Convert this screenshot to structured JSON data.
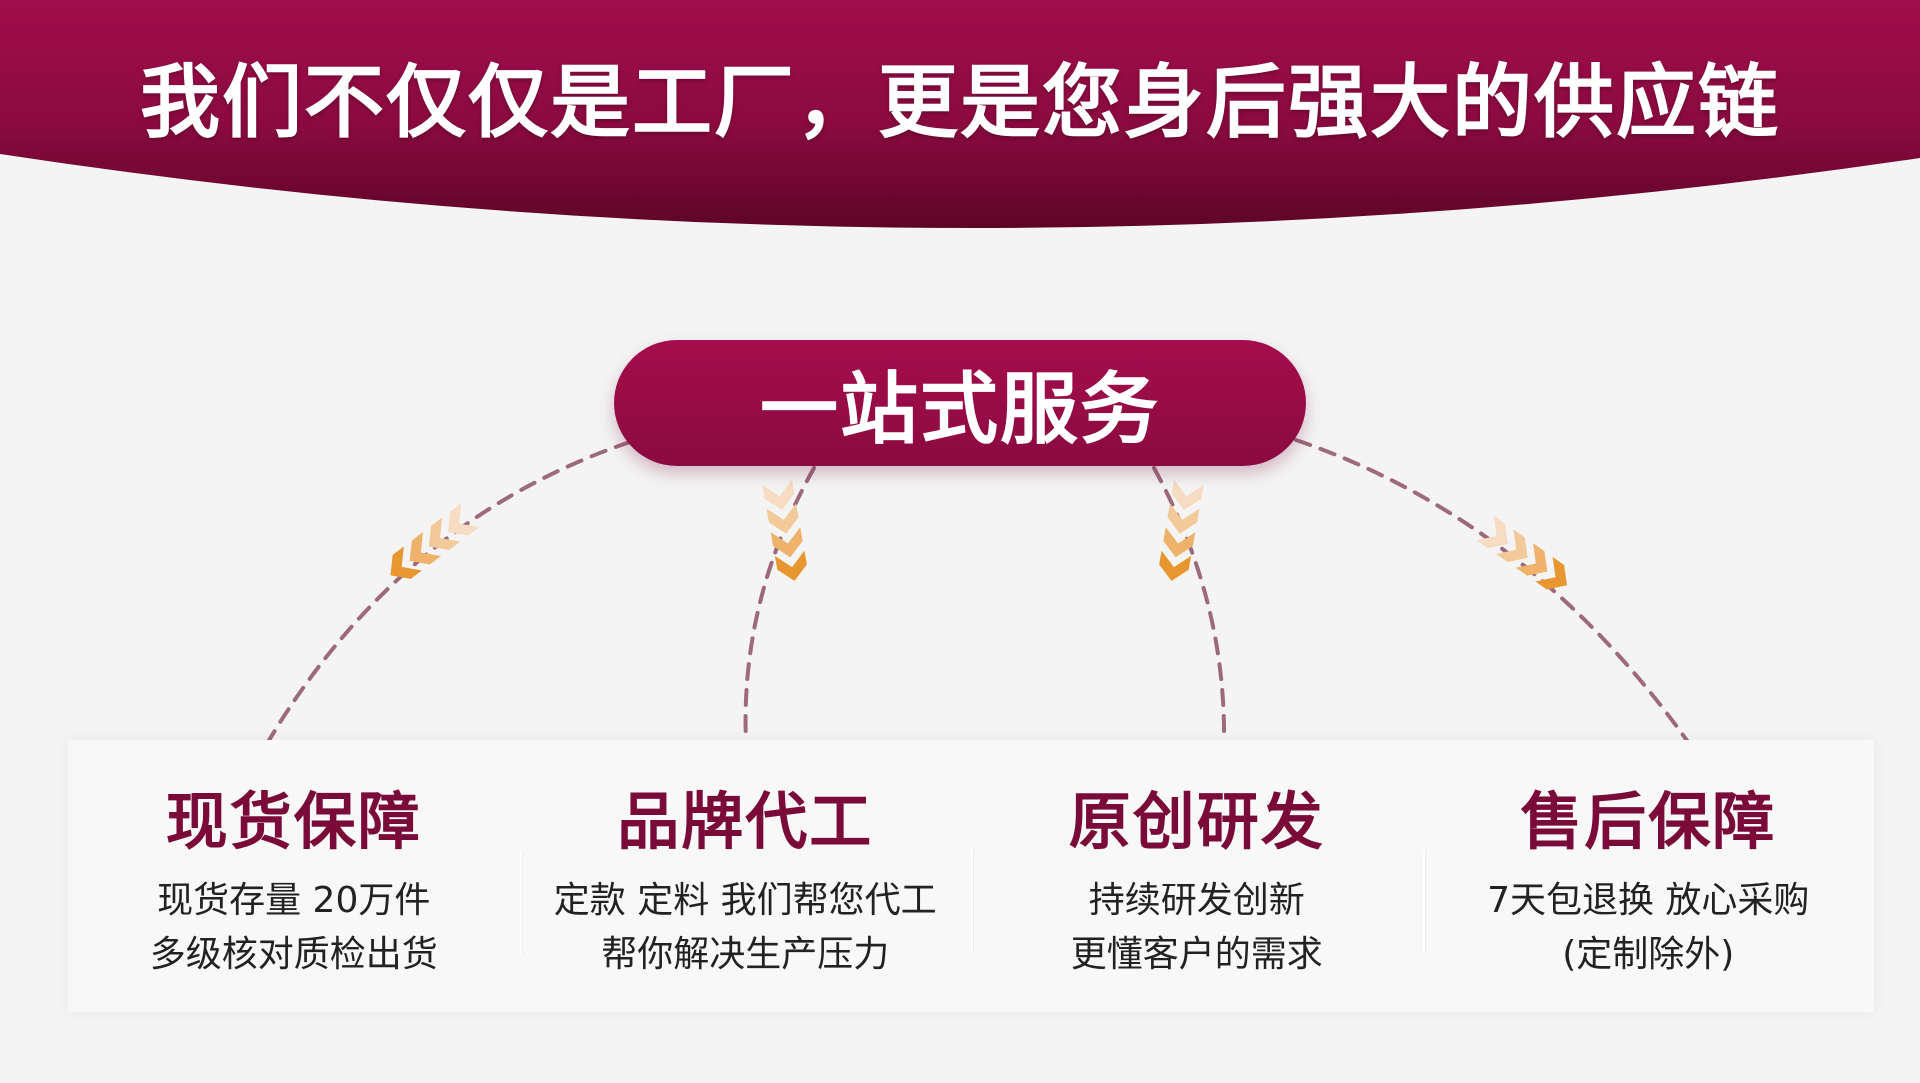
{
  "header": {
    "title": "我们不仅仅是工厂，更是您身后强大的供应链"
  },
  "center": {
    "title": "一站式服务"
  },
  "services": [
    {
      "title": "现货保障",
      "line1": "现货存量 20万件",
      "line2": "多级核对质检出货"
    },
    {
      "title": "品牌代工",
      "line1": "定款 定料 我们帮您代工",
      "line2": "帮你解决生产压力"
    },
    {
      "title": "原创研发",
      "line1": "持续研发创新",
      "line2": "更懂客户的需求"
    },
    {
      "title": "售后保障",
      "line1": "7天包退换 放心采购",
      "line2": "(定制除外)"
    }
  ],
  "colors": {
    "brand": "#9a0c47",
    "brand_dark": "#5e0526",
    "arrow_light": "#f6dcc2",
    "arrow_dark": "#e8962f",
    "dash": "#9c6a7c",
    "background": "#f4f4f4"
  },
  "icons": {
    "arrow": "chevron-arrow-icon"
  }
}
